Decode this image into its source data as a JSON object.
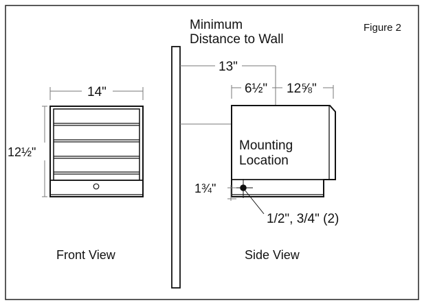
{
  "figure_label": "Figure 2",
  "min_distance_line1": "Minimum",
  "min_distance_line2": "Distance to Wall",
  "dim_front_width": "14\"",
  "dim_front_height": "12½\"",
  "dim_wall_distance": "13\"",
  "dim_mount_offset": "6½\"",
  "dim_side_depth": "12⅝\"",
  "mounting_line1": "Mounting",
  "mounting_line2": "Location",
  "dim_bottom_offset": "1¾\"",
  "conduit_note": "1/2\", 3/4\" (2)",
  "front_view_label": "Front View",
  "side_view_label": "Side View"
}
